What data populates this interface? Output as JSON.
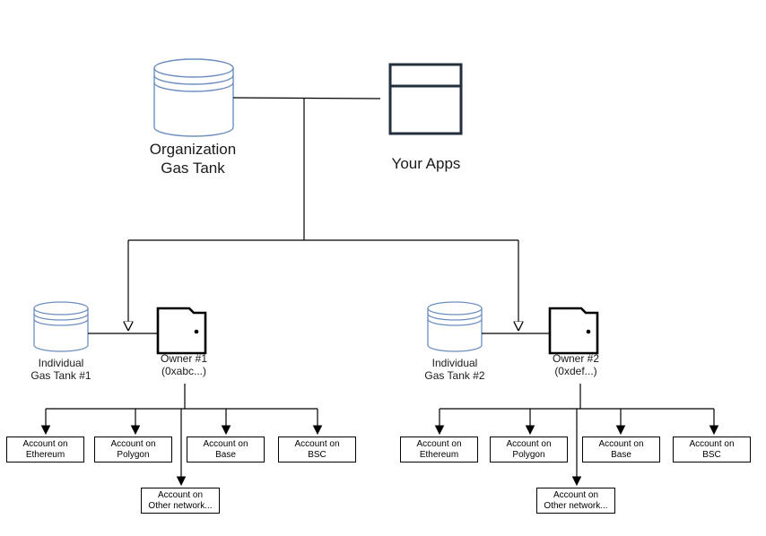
{
  "org_tank": {
    "line1": "Organization",
    "line2": "Gas Tank"
  },
  "apps": {
    "label": "Your Apps"
  },
  "groups": [
    {
      "tank": {
        "line1": "Individual",
        "line2": "Gas Tank #1"
      },
      "owner": {
        "line1": "Owner #1",
        "line2": "(0xabc...)"
      },
      "accounts": [
        {
          "line1": "Account on",
          "line2": "Ethereum"
        },
        {
          "line1": "Account on",
          "line2": "Polygon"
        },
        {
          "line1": "Account on",
          "line2": "Base"
        },
        {
          "line1": "Account on",
          "line2": "BSC"
        },
        {
          "line1": "Account on",
          "line2": "Other network..."
        }
      ]
    },
    {
      "tank": {
        "line1": "Individual",
        "line2": "Gas Tank #2"
      },
      "owner": {
        "line1": "Owner #2",
        "line2": "(0xdef...)"
      },
      "accounts": [
        {
          "line1": "Account on",
          "line2": "Ethereum"
        },
        {
          "line1": "Account on",
          "line2": "Polygon"
        },
        {
          "line1": "Account on",
          "line2": "Base"
        },
        {
          "line1": "Account on",
          "line2": "BSC"
        },
        {
          "line1": "Account on",
          "line2": "Other network..."
        }
      ]
    }
  ],
  "colors": {
    "database": "#6c8ebf",
    "line": "#000000",
    "window": "#232f3e"
  }
}
